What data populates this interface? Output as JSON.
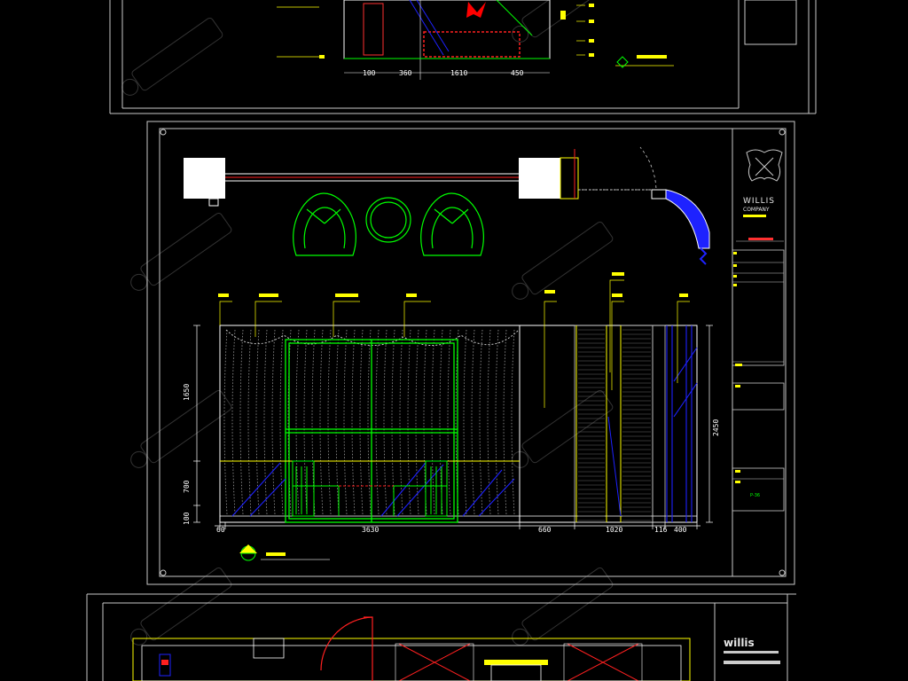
{
  "colors": {
    "background": "#000000",
    "frame": "#c8c8c8",
    "dimension": "#ffffff",
    "label": "#ffff00",
    "furniture": "#00ff00",
    "glass_hatch": "#1e22ff",
    "door": "#ff2020",
    "watermark": "#3a3a3a"
  },
  "top_sheet": {
    "dims": [
      "100",
      "360",
      "1610",
      "450"
    ]
  },
  "main_sheet": {
    "elevation": {
      "width_dims": [
        "60",
        "3630",
        "660",
        "1020",
        "116",
        "400"
      ],
      "height_dims": [
        "1650",
        "700",
        "100"
      ],
      "total_height_dim": "2450"
    },
    "title_block": {
      "company_line1": "WILLIS",
      "company_line2": "COMPANY",
      "drawing_no": "P-36"
    }
  },
  "bottom_sheet": {
    "brand": "willis"
  }
}
